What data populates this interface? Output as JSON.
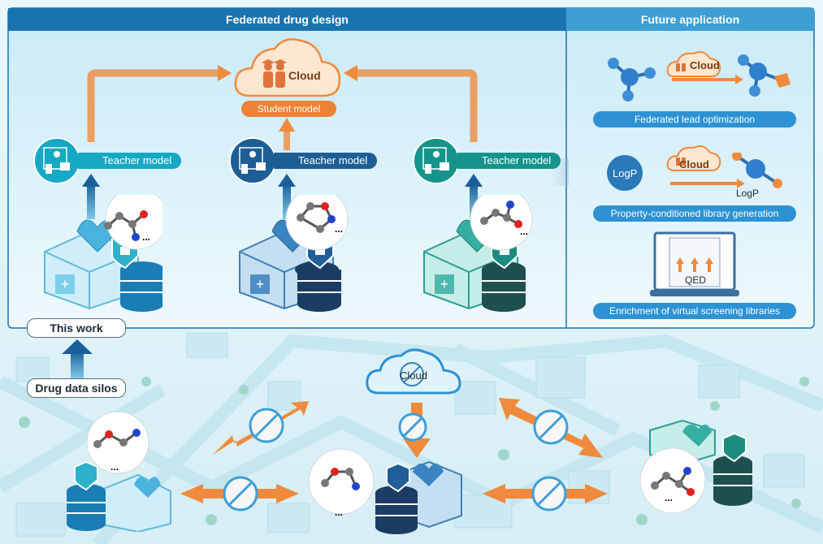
{
  "panels": {
    "left_title": "Federated drug design",
    "right_title": "Future application"
  },
  "cloud_label": "Cloud",
  "student_model": "Student model",
  "teachers": [
    "Teacher model",
    "Teacher model",
    "Teacher model"
  ],
  "ellipsis": "...",
  "this_work": "This work",
  "drug_data_silos": "Drug data silos",
  "future": {
    "lead_cloud": "Cloud",
    "lead_label": "Federated lead optimization",
    "logp_left": "LogP",
    "logp_cloud": "Cloud",
    "logp_right": "LogP",
    "property_label": "Property-conditioned library generation",
    "qed": "QED",
    "enrichment_label": "Enrichment of virtual screening libraries"
  },
  "bottom_cloud": "Cloud",
  "colors": {
    "teal": "#16a9c3",
    "navy": "#1d5f94",
    "green": "#14948a",
    "orange": "#f08a3c",
    "header": "#1b73ad",
    "panel_bg": "#dff2fb"
  }
}
